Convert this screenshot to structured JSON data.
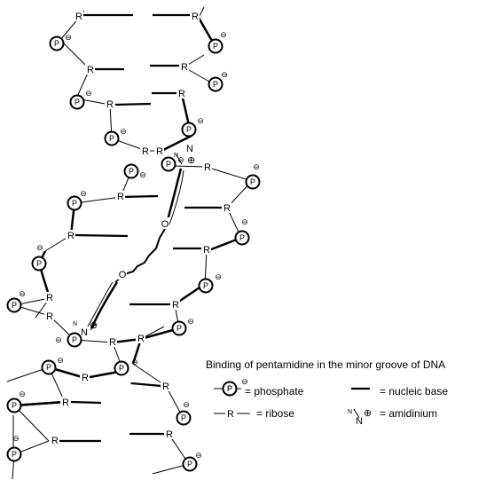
{
  "labels": {
    "ribose": "R",
    "phosphate": "P",
    "charge": "⊖",
    "amidinium_N_small": "N",
    "amidinium_N": "N",
    "amidinium_plus": "⊕",
    "ether_oxygen": "O"
  },
  "caption": "Binding of pentamidine in the minor groove of DNA",
  "legend": {
    "phosphate": "= phosphate",
    "nucleic_base": "= nucleic base",
    "ribose": "= ribose",
    "amidinium": "= amidinium"
  }
}
